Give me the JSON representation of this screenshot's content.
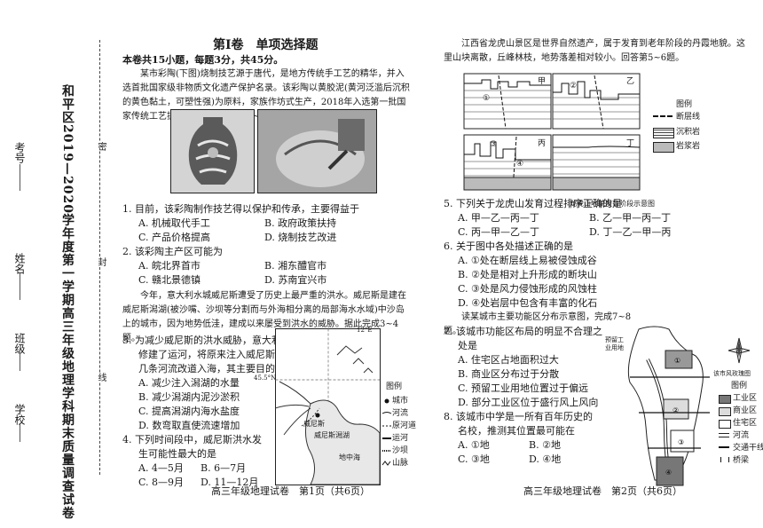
{
  "margin": {
    "title": "和平区2019—2020学年度第一学期高三年级地理学科期末质量调查试卷",
    "school": "学校",
    "class": "班级",
    "name": "姓名",
    "exam_no": "考号",
    "seal1": "密",
    "seal2": "封",
    "seal3": "线"
  },
  "left": {
    "section_title": "第Ⅰ卷　单项选择题",
    "intro": "本卷共15小题，每题3分，共45分。",
    "passage1": "某市彩陶(下图)烧制技艺源于唐代，是地方传统手工艺的精华，并入选首批国家级非物质文化遗产保护名录。该彩陶以黄胶泥(黄河泛滥后沉积的黄色黏土，可塑性强)为原料，家族作坊式生产，2018年入选第一批国家传统工艺振兴目录。据此完成1~2题。",
    "q1": {
      "stem": "1. 目前，该彩陶制作技艺得以保护和传承，主要得益于",
      "A": "A. 机械取代手工",
      "B": "B. 政府政策扶持",
      "C": "C. 产品价格提高",
      "D": "D. 烧制技艺改进"
    },
    "q2": {
      "stem": "2. 该彩陶主产区可能为",
      "A": "A. 皖北界首市",
      "B": "B. 湘东醴官市",
      "C": "C. 赣北景德镇",
      "D": "D. 苏南宜兴市"
    },
    "passage2": "今年，意大利水城威尼斯遭受了历史上最严重的洪水。威尼斯是建在威尼斯潟湖(被沙嘴、沙坝等分割而与外海相分离的局部海水水域)中沙岛上的城市，因为地势低洼，建成以来屡受到洪水的威胁。据此完成3~4题。",
    "q3": {
      "stem1": "3. 为减少威尼斯的洪水威胁，意大利政府",
      "stem2": "修建了运河，将原来注入威尼斯潟湖的",
      "stem3": "几条河流改道入海，其主要目的是",
      "A": "A. 减少注入潟湖的水量",
      "B": "B. 减少潟湖内泥沙淤积",
      "C": "C. 提高潟湖内海水盐度",
      "D": "D. 数弯取直使流速增加"
    },
    "q4": {
      "stem1": "4. 下列时间段中，威尼斯洪水发",
      "stem2": "生可能性最大的是",
      "A": "A. 4—5月",
      "B": "B. 6—7月",
      "C": "C. 8—9月",
      "D": "D. 11—12月"
    },
    "map1": {
      "lon": "12°E",
      "lat": "45.5°N",
      "venice": "威尼斯",
      "lagoon": "威尼斯潟湖",
      "sea": "地中海",
      "legend_title": "图例",
      "legend": [
        "城市",
        "河流",
        "原河道",
        "运河",
        "沙坝",
        "山脉"
      ]
    },
    "footer": "高三年级地理试卷　第1页（共6页）"
  },
  "right": {
    "passage3": "江西省龙虎山景区是世界自然遗产，属于发育到老年阶段的丹霞地貌。这里山块离散，丘峰林枝，地势落差相对较小。回答第5~6题。",
    "geo": {
      "caption": "龙虎山地貌发育阶段示意图",
      "panels": [
        "甲",
        "乙",
        "丙",
        "丁"
      ],
      "markers": [
        "①",
        "②",
        "③",
        "④"
      ],
      "legend_title": "图例",
      "legend": [
        "断层线",
        "沉积岩",
        "岩浆岩"
      ]
    },
    "q5": {
      "stem": "5. 下列关于龙虎山发育过程排序正确的是",
      "A": "A. 甲—乙—丙—丁",
      "B": "B. 乙—甲—丙—丁",
      "C": "C. 丙—甲—乙—丁",
      "D": "D. 丁—乙—甲—丙"
    },
    "q6": {
      "stem": "6. 关于图中各处描述正确的是",
      "A": "A. ①处在断层线上易被侵蚀成谷",
      "B": "B. ②处是相对上升形成的断块山",
      "C": "C. ③处是风力侵蚀形成的风蚀柱",
      "D": "D. ④处岩层中包含有丰富的化石"
    },
    "passage4": "读某城市主要功能区分布示意图，完成7~8题。",
    "q7": {
      "stem1": "7. 该城市功能区布局的明显不合理之",
      "stem2": "处是",
      "A": "A. 住宅区占地面积过大",
      "B": "B. 商业区分布过于分散",
      "C": "C. 预留工业用地位置过于偏远",
      "D": "D. 部分工业区位于盛行风上风向"
    },
    "q8": {
      "stem1": "8. 该城市中学是一所有百年历史的",
      "stem2": "名校，推测其位置最可能在",
      "A": "A. ①地",
      "B": "B. ②地",
      "C": "C. ③地",
      "D": "D. ④地"
    },
    "city": {
      "reserved": "预留工业用地",
      "wind_label": "该市风玫瑰图",
      "legend_title": "图例",
      "legend": [
        "工业区",
        "商业区",
        "住宅区",
        "河流",
        "交通干线",
        "桥梁"
      ]
    },
    "footer": "高三年级地理试卷　第2页（共6页）"
  }
}
